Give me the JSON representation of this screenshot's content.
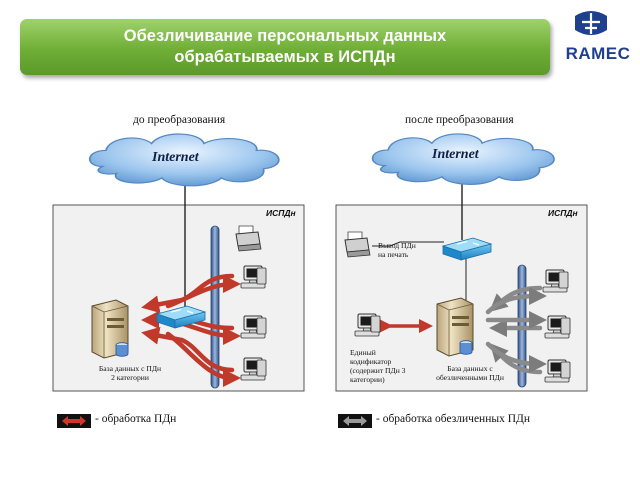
{
  "header": {
    "title_line1": "Обезличивание персональных данных",
    "title_line2": "обрабатываемых в ИСПДн",
    "logo_text": "RAMEC"
  },
  "left_panel": {
    "caption": "до преобразования",
    "cloud_label": "Internet",
    "zone_label": "ИСПДн",
    "server_label_line1": "База данных с ПДн",
    "server_label_line2": "2 категории"
  },
  "right_panel": {
    "caption": "после преобразования",
    "cloud_label": "Internet",
    "zone_label": "ИСПДн",
    "printer_label_line1": "Вывод ПДн",
    "printer_label_line2": "на печать",
    "codifier_label_line1": "Единый",
    "codifier_label_line2": "кодификатор",
    "codifier_label_line3": "(содержит ПДн 3",
    "codifier_label_line4": "категории)",
    "server_label_line1": "База данных с",
    "server_label_line2": "обезличенными ПДн"
  },
  "legend": {
    "left_text": "- обработка ПДн",
    "right_text": "- обработка обезличенных ПДн"
  },
  "colors": {
    "title_green": "#6fae36",
    "red_arrow": "#c0392b",
    "gray_arrow": "#8a8a8a",
    "bus_blue": "#4a6fa5",
    "logo_blue": "#1f3f8f"
  }
}
